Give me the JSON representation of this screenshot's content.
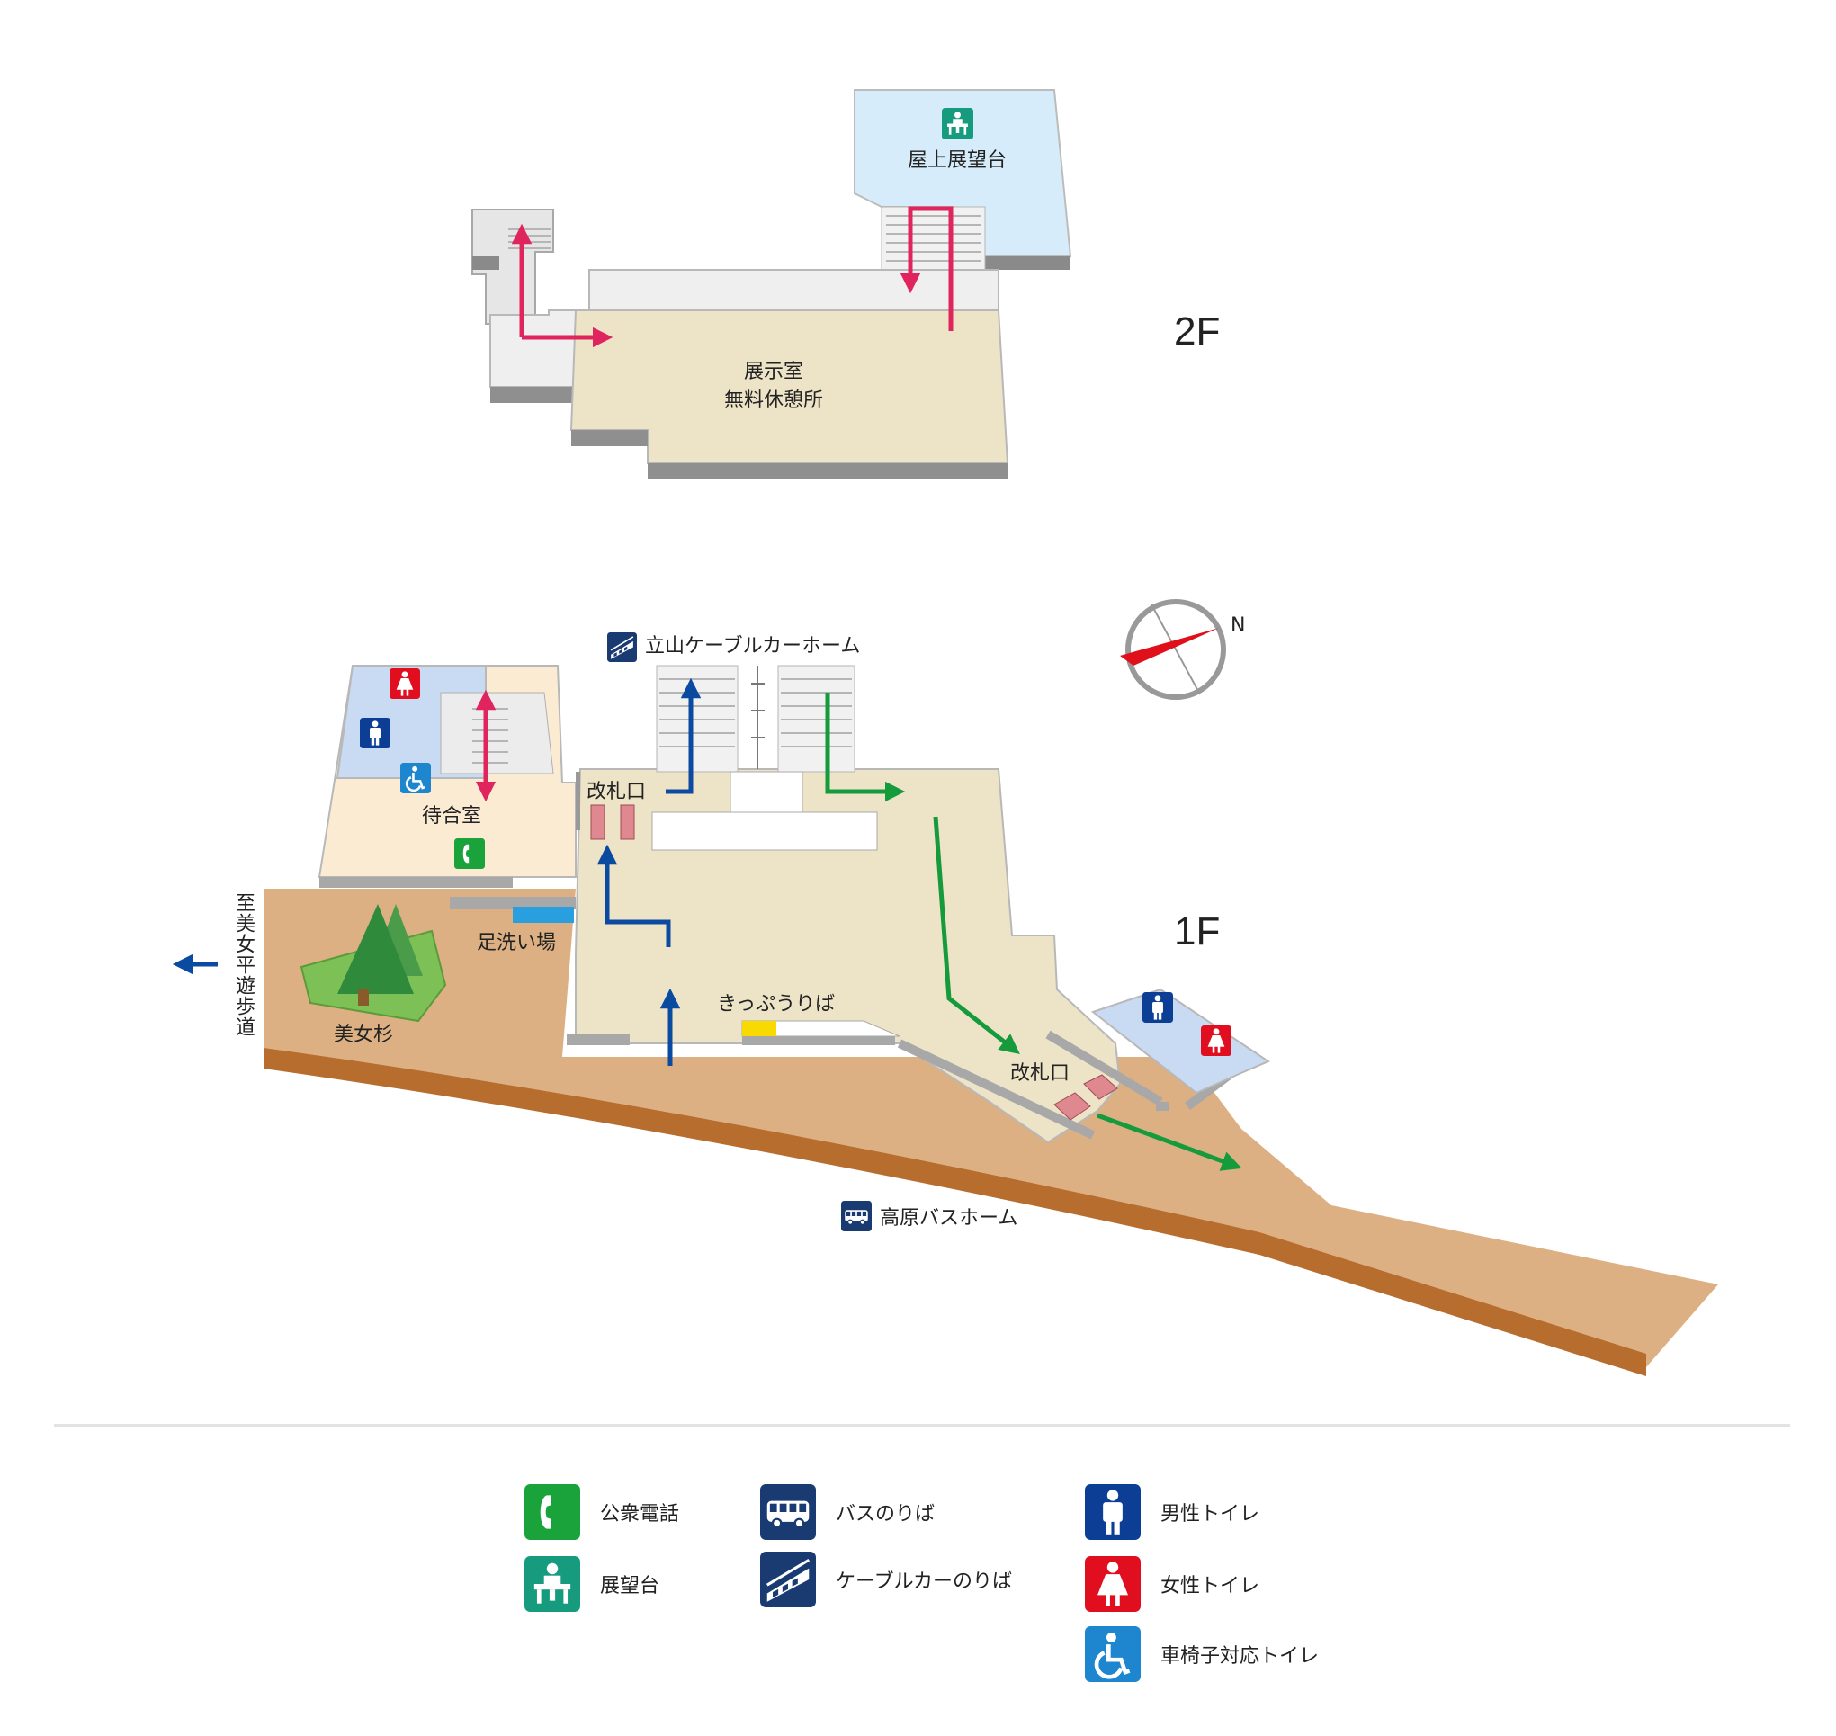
{
  "floors": {
    "upper": "2F",
    "lower": "1F"
  },
  "labels": {
    "rooftop": "屋上展望台",
    "exhibition_1": "展示室",
    "exhibition_2": "無料休憩所",
    "cable_platform": "立山ケーブルカーホーム",
    "gate_upper": "改札口",
    "gate_lower": "改札口",
    "waiting_room": "待合室",
    "foot_wash": "足洗い場",
    "ticket": "きっぷうりば",
    "tree": "美女杉",
    "walkway": "至美女平遊歩道",
    "bus_platform": "高原バスホーム",
    "compass_north": "N"
  },
  "colors": {
    "route_pink": "#e0245e",
    "route_blue": "#0a4aa0",
    "route_green": "#159a3c",
    "floor_beige": "#ede3c6",
    "ground_brown": "#dcb083",
    "toilet_area": "#c8dbf2",
    "waiting_area": "#fbebd2",
    "rooftop_area": "#d6ecfa",
    "icon_phone": "#1aa33b",
    "icon_observation": "#169b7e",
    "icon_transport": "#1a3a72",
    "icon_male": "#0b3e94",
    "icon_female": "#e10e1f",
    "icon_accessible": "#1d86cf"
  },
  "legend": [
    {
      "icon": "phone-icon",
      "label": "公衆電話"
    },
    {
      "icon": "observation-deck-icon",
      "label": "展望台"
    },
    {
      "icon": "bus-icon",
      "label": "バスのりば"
    },
    {
      "icon": "cable-car-icon",
      "label": "ケーブルカーのりば"
    },
    {
      "icon": "male-toilet-icon",
      "label": "男性トイレ"
    },
    {
      "icon": "female-toilet-icon",
      "label": "女性トイレ"
    },
    {
      "icon": "accessible-toilet-icon",
      "label": "車椅子対応トイレ"
    }
  ]
}
